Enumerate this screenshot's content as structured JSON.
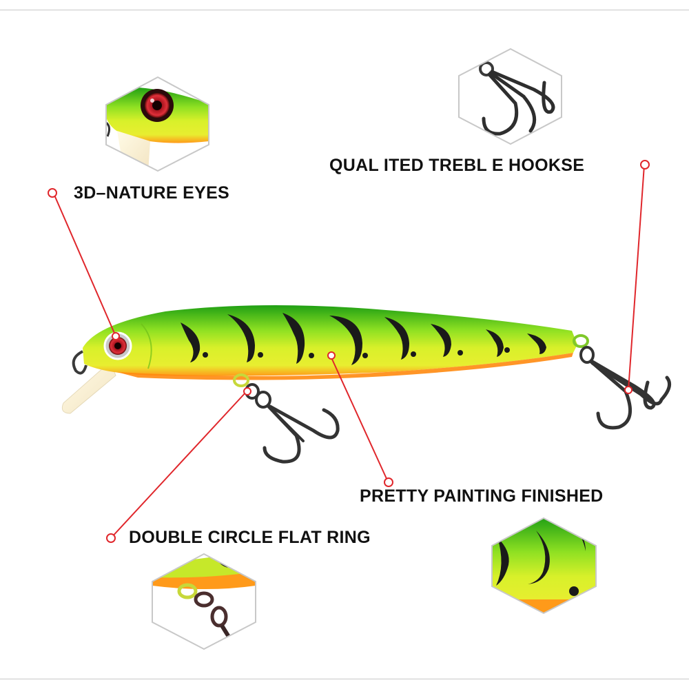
{
  "callouts": {
    "eyes": "3D–NATURE EYES",
    "hooks": "QUAL ITED TREBL E HOOKSE",
    "painting": "PRETTY PAINTING FINISHED",
    "ring": "DOUBLE CIRCLE FLAT RING"
  },
  "colors": {
    "callout_line": "#e0262b",
    "lure_green": "#2fbf1c",
    "lure_yellow": "#d8f02a",
    "lure_belly": "#ff9a1a",
    "stripe": "#1a1a1a",
    "hook": "#3a3a3a",
    "hexagon_border": "#c8c8c8"
  }
}
